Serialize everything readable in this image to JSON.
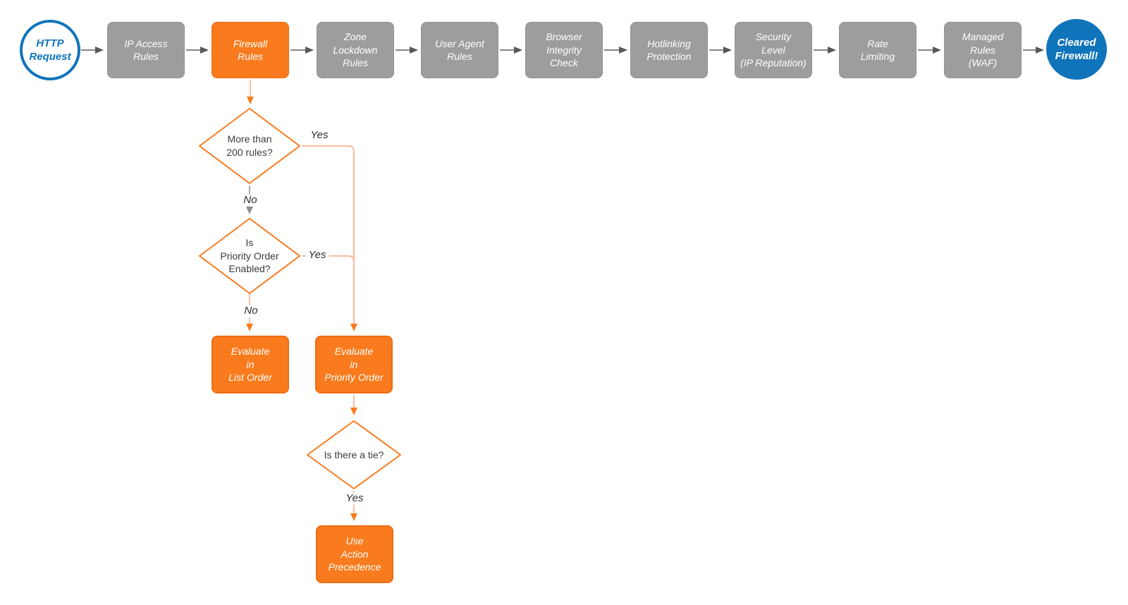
{
  "diagram": {
    "start": {
      "label": "HTTP\nRequest"
    },
    "end": {
      "label": "Cleared\nFirewall!"
    },
    "steps": [
      {
        "label": "IP Access\nRules"
      },
      {
        "label": "Firewall\nRules",
        "highlight": true
      },
      {
        "label": "Zone\nLockdown\nRules"
      },
      {
        "label": "User Agent\nRules"
      },
      {
        "label": "Browser\nIntegrity\nCheck"
      },
      {
        "label": "Hotlinking\nProtection"
      },
      {
        "label": "Security\nLevel\n(IP Reputation)"
      },
      {
        "label": "Rate\nLimiting"
      },
      {
        "label": "Managed\nRules\n(WAF)"
      }
    ],
    "decisions": [
      {
        "label": "More than\n200 rules?"
      },
      {
        "label": "Is\nPriority Order\nEnabled?"
      },
      {
        "label": "Is there a tie?"
      }
    ],
    "actions": [
      {
        "label": "Evaluate\nin\nList Order"
      },
      {
        "label": "Evaluate\nin\nPriority Order"
      },
      {
        "label": "Use\nAction\nPrecedence"
      }
    ],
    "edge_labels": {
      "yes_200": "Yes",
      "no_200": "No",
      "yes_priority": "Yes",
      "no_priority": "No",
      "yes_tie": "Yes"
    },
    "colors": {
      "orange": "#f97b1d",
      "orange_line": "#f9a87e",
      "gray_fill": "#9d9d9d",
      "gray_border": "#8a8a8a",
      "blue": "#1074ba",
      "arrow_dark": "#595959",
      "arrow_gray": "#8f8f8f",
      "text_dark": "#3b3b3b"
    }
  }
}
